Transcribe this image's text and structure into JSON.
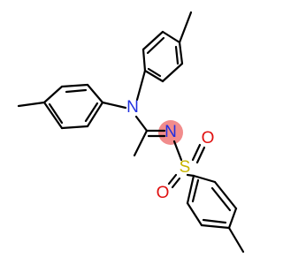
{
  "molecule": {
    "atoms": {
      "amine_nitrogen": "N",
      "imine_nitrogen": "N",
      "sulfur": "S",
      "oxygen_upper": "O",
      "oxygen_lower": "O"
    },
    "highlight": {
      "atom": "imine_nitrogen",
      "color": "#f08080"
    },
    "colors": {
      "nitrogen": "#2030e0",
      "sulfur": "#c8b400",
      "oxygen": "#e01010",
      "bond": "#000000"
    }
  }
}
